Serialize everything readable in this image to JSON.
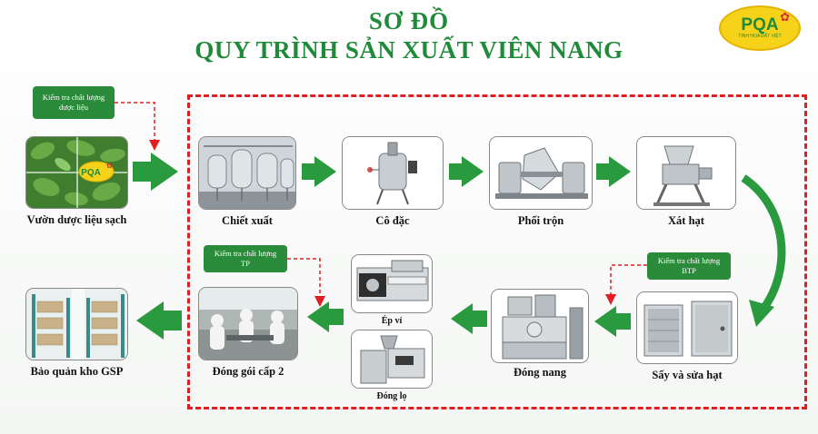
{
  "title": {
    "line1": "SƠ ĐỒ",
    "line2": "QUY TRÌNH SẢN XUẤT VIÊN NANG"
  },
  "logo": {
    "text": "PQA",
    "tagline": "TINH HOA ĐẤT VIỆT"
  },
  "quality_checks": {
    "herbs": {
      "line1": "Kiểm tra chất lượng",
      "line2": "dược liệu"
    },
    "finished": {
      "line1": "Kiểm tra chất lượng",
      "line2": "TP"
    },
    "semi": {
      "line1": "Kiểm tra chất lượng",
      "line2": "BTP"
    }
  },
  "steps": {
    "herb_garden": "Vườn dược liệu sạch",
    "extraction": "Chiết xuất",
    "concentration": "Cô đặc",
    "mixing": "Phối trộn",
    "granulating": "Xát hạt",
    "drying": "Sấy và sửa hạt",
    "capsule_filling": "Đóng nang",
    "blister": "Ép vỉ",
    "bottling": "Đóng lọ",
    "secondary_packing": "Đóng gói cấp 2",
    "storage": "Bảo quản kho GSP"
  },
  "colors": {
    "brand_green": "#1f8a3a",
    "arrow_green": "#2a9a3e",
    "dashed_red": "#e02020",
    "logo_yellow": "#f6d21a"
  }
}
